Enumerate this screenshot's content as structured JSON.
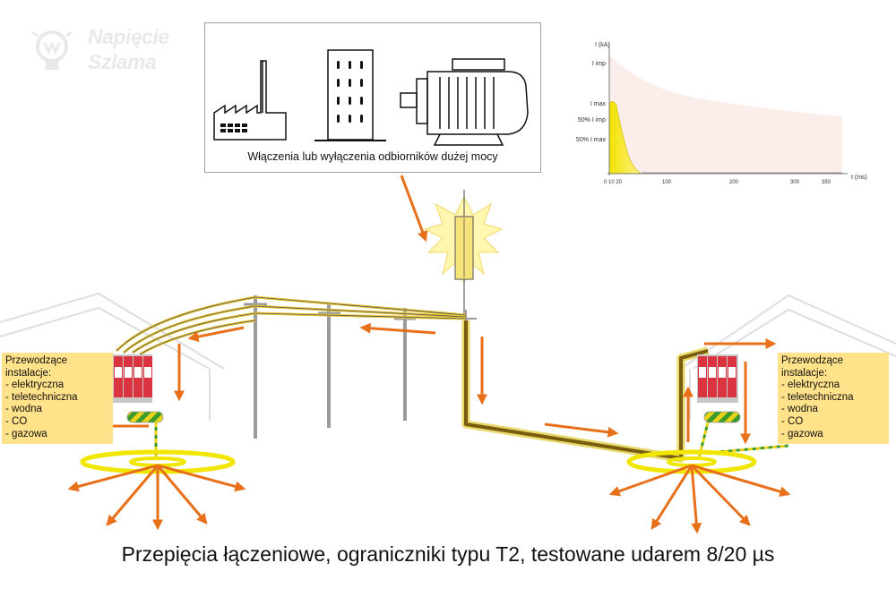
{
  "logo": {
    "line1": "Napięcie",
    "line2": "Szlama"
  },
  "sources_box": {
    "caption": "Włączenia lub wyłączenia odbiorników dużej mocy",
    "icons": [
      "factory-icon",
      "building-icon",
      "electric-motor-icon"
    ]
  },
  "graph": {
    "y_axis_label": "I (kA)",
    "x_axis_label": "t (ms)",
    "y_labels": [
      "I imp",
      "I max",
      "50% I imp",
      "50% I max"
    ],
    "x_ticks": [
      "0 10 20",
      "100",
      "200",
      "300",
      "350"
    ]
  },
  "left_info": {
    "title_line1": "Przewodzące",
    "title_line2": "instalacje:",
    "items": [
      "- elektryczna",
      "- teletechniczna",
      "- wodna",
      "- CO",
      "- gazowa"
    ]
  },
  "right_info": {
    "title_line1": "Przewodzące",
    "title_line2": "instalacje:",
    "items": [
      "- elektryczna",
      "- teletechniczna",
      "- wodna",
      "- CO",
      "- gazowa"
    ]
  },
  "caption": "Przepięcia łączeniowe, ograniczniki typu T2, testowane udarem 8/20 µs",
  "colors": {
    "arrow": "#e8701a",
    "conductor": "#e8c73a",
    "earth_cable": "#7a5c10",
    "spd_red": "#d9343f",
    "info_box": "#ffe28a"
  }
}
